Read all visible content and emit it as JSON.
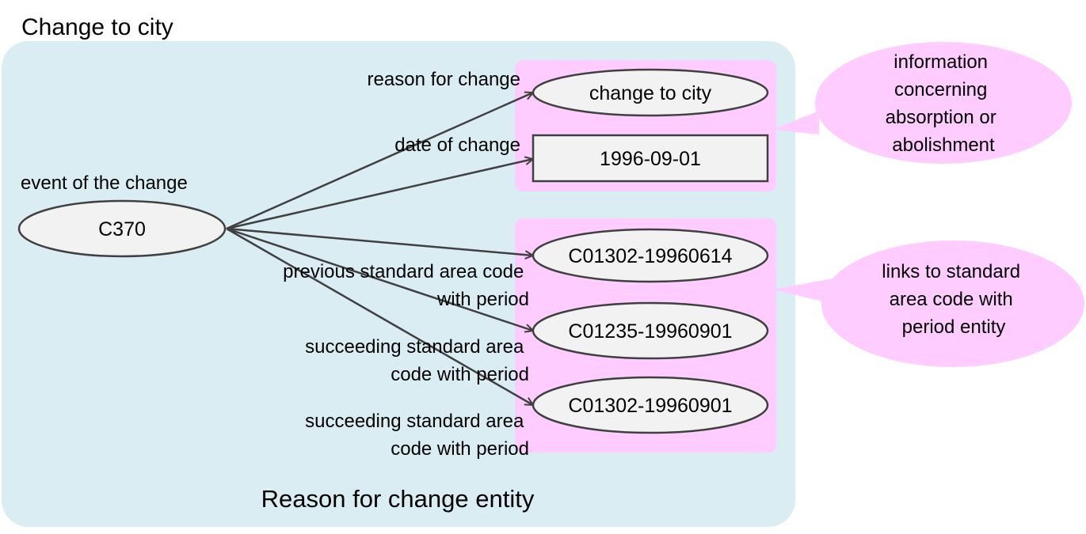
{
  "title": "Change to city",
  "entity_label": "Reason for change entity",
  "subject": {
    "label": "event of the change",
    "value": "C370"
  },
  "properties": [
    {
      "label_lines": [
        "reason for change"
      ],
      "value": "change to city",
      "value_shape": "ellipse"
    },
    {
      "label_lines": [
        "date of change"
      ],
      "value": "1996-09-01",
      "value_shape": "rectangle"
    },
    {
      "label_lines": [
        "previous standard area code",
        "with period"
      ],
      "value": "C01302-19960614",
      "value_shape": "ellipse"
    },
    {
      "label_lines": [
        "succeeding standard area",
        "code with period"
      ],
      "value": "C01235-19960901",
      "value_shape": "ellipse"
    },
    {
      "label_lines": [
        "succeeding standard area",
        "code with period"
      ],
      "value": "C01302-19960901",
      "value_shape": "ellipse"
    }
  ],
  "callouts": [
    {
      "lines": [
        "information",
        "concerning",
        "absorption or",
        "abolishment"
      ]
    },
    {
      "lines": [
        "links to standard",
        "area code with",
        "period entity"
      ]
    }
  ],
  "colors": {
    "entity_background": "#daedf3",
    "highlight_pink": "#ffccff",
    "node_fill": "#f2f2f2",
    "edge_stroke": "#404040"
  }
}
